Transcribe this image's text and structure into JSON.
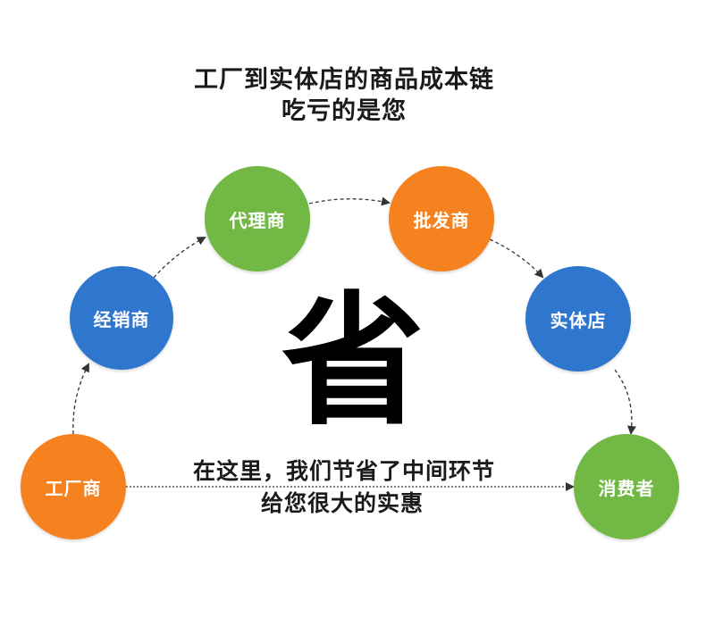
{
  "title": {
    "line1": "工厂到实体店的商品成本链",
    "line2": "吃亏的是您"
  },
  "center_char": "省",
  "slogan": {
    "line1": "在这里，我们节省了中间环节",
    "line2": "给您很大的实惠"
  },
  "nodes": [
    {
      "id": "factory",
      "label": "工厂商",
      "color": "#F5821F"
    },
    {
      "id": "distributor",
      "label": "经销商",
      "color": "#2F76CF"
    },
    {
      "id": "agent",
      "label": "代理商",
      "color": "#72B844"
    },
    {
      "id": "wholesaler",
      "label": "批发商",
      "color": "#F5821F"
    },
    {
      "id": "retail",
      "label": "实体店",
      "color": "#2F76CF"
    },
    {
      "id": "consumer",
      "label": "消费者",
      "color": "#72B844"
    }
  ],
  "edges": [
    {
      "from": "factory",
      "to": "distributor"
    },
    {
      "from": "distributor",
      "to": "agent"
    },
    {
      "from": "agent",
      "to": "wholesaler"
    },
    {
      "from": "wholesaler",
      "to": "retail"
    },
    {
      "from": "retail",
      "to": "consumer"
    },
    {
      "from": "factory",
      "to": "consumer"
    }
  ],
  "colors": {
    "orange": "#F5821F",
    "blue": "#2F76CF",
    "green": "#72B844",
    "arrow": "#333333"
  }
}
